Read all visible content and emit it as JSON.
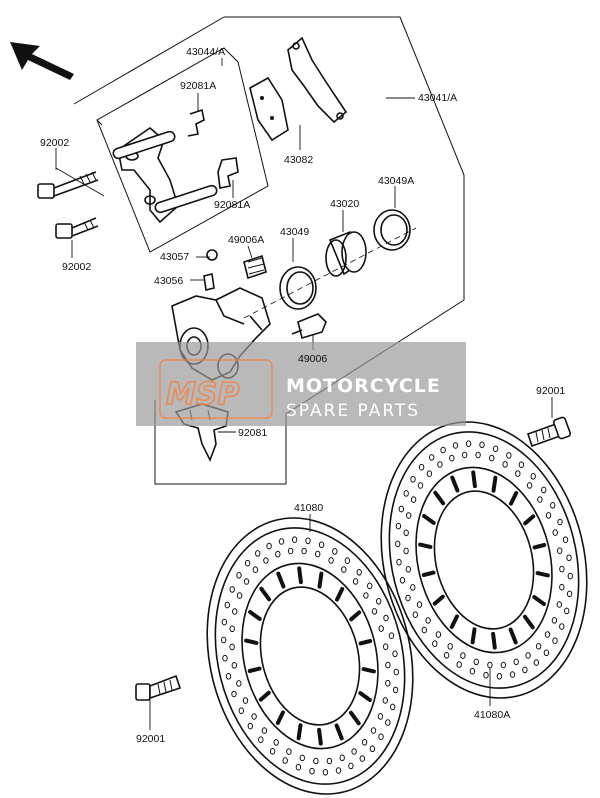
{
  "parts": {
    "p43044A": "43044/A",
    "p92081A_top": "92081A",
    "p92002_top": "92002",
    "p92002_bot": "92002",
    "p92081A_mid": "92081A",
    "p43082": "43082",
    "p43041A": "43041/A",
    "p43049A": "43049A",
    "p43020": "43020",
    "p43049": "43049",
    "p43057": "43057",
    "p49006A": "49006A",
    "p43056": "43056",
    "p49006": "49006",
    "p92081": "92081",
    "p92001_right": "92001",
    "p41080": "41080",
    "p41080A": "41080A",
    "p92001_left": "92001"
  },
  "watermark": {
    "logo": "MSP",
    "line1": "MOTORCYCLE",
    "line2": "SPARE PARTS"
  },
  "colors": {
    "ink": "#111111",
    "watermark_bg": "#9a9a9a",
    "watermark_logo": "#e9814a"
  },
  "icons": {
    "direction": "front-arrow-icon"
  }
}
